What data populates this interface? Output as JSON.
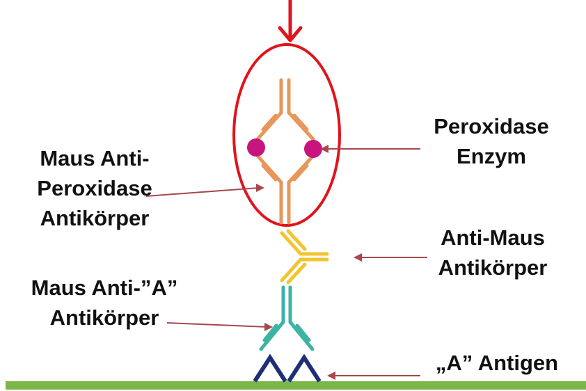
{
  "labels": {
    "maus_anti_peroxidase": [
      "Maus Anti-",
      "Peroxidase",
      "Antikörper"
    ],
    "peroxidase_enzym": [
      "Peroxidase",
      "Enzym"
    ],
    "anti_maus": [
      "Anti-Maus",
      "Antikörper"
    ],
    "maus_anti_a": [
      "Maus Anti-”A”",
      "Antikörper"
    ],
    "antigen": [
      "„A” Antigen"
    ]
  },
  "colors": {
    "highlight_red": "#e0141c",
    "peroxidase_antibody": "#e8965a",
    "enzyme_magenta": "#c8157d",
    "anti_maus_antibody": "#f2c431",
    "anti_a_antibody": "#3bb5a2",
    "antigen": "#1e2f78",
    "surface_green": "#7ab648",
    "pointer_line": "#a8464e"
  }
}
